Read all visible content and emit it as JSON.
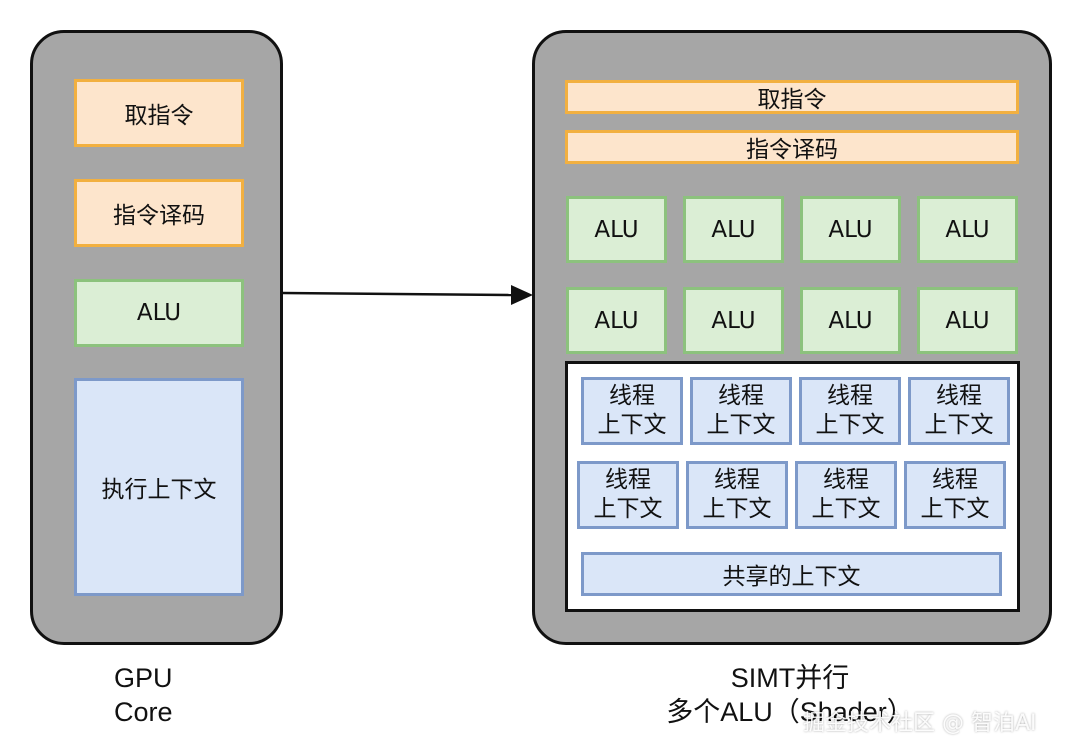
{
  "left_core": {
    "fetch": "取指令",
    "decode": "指令译码",
    "alu": "ALU",
    "context": "执行上下文",
    "caption": [
      "GPU",
      "Core"
    ]
  },
  "right_core": {
    "fetch": "取指令",
    "decode": "指令译码",
    "alus": [
      "ALU",
      "ALU",
      "ALU",
      "ALU",
      "ALU",
      "ALU",
      "ALU",
      "ALU"
    ],
    "threads": [
      [
        "线程",
        "上下文"
      ],
      [
        "线程",
        "上下文"
      ],
      [
        "线程",
        "上下文"
      ],
      [
        "线程",
        "上下文"
      ],
      [
        "线程",
        "上下文"
      ],
      [
        "线程",
        "上下文"
      ],
      [
        "线程",
        "上下文"
      ],
      [
        "线程",
        "上下文"
      ]
    ],
    "shared_context": "共享的上下文",
    "caption": [
      "SIMT并行",
      "多个ALU（Shader）"
    ]
  },
  "watermark": "掘金技术社区 @ 智泊AI",
  "colors": {
    "core_bg": "#a6a6a6",
    "orange_fill": "#fde5cc",
    "orange_border": "#f2b040",
    "green_fill": "#dbeed5",
    "green_border": "#8cc27d",
    "blue_fill": "#dae6f8",
    "blue_border": "#7d99c9"
  }
}
